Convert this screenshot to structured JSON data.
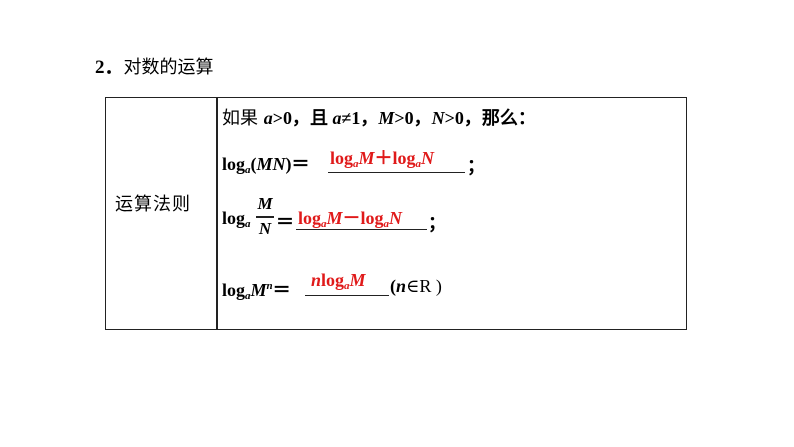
{
  "heading": {
    "number": "2．",
    "title": "对数的运算"
  },
  "table": {
    "row_label": "运算法则",
    "condition": {
      "prefix": "如果 ",
      "a1": "a",
      "gt0_1": ">0，且 ",
      "a2": "a",
      "ne1": "≠1，",
      "M": "M",
      "gt0_2": ">0，",
      "N": "N",
      "tail": ">0，那么："
    },
    "rule1": {
      "log": "log",
      "base": "a",
      "arg_open": "(",
      "arg": "MN",
      "arg_close": ")＝",
      "answer": {
        "log1": "log",
        "b1": "a",
        "m": "M",
        "op": "＋",
        "log2": "log",
        "b2": "a",
        "n": "N"
      },
      "end": "；"
    },
    "rule2": {
      "log": "log",
      "base": "a",
      "num": "M",
      "den": "N",
      "eq": "＝",
      "answer": {
        "log1": "log",
        "b1": "a",
        "m": "M",
        "op": "－",
        "log2": "log",
        "b2": "a",
        "n": "N"
      },
      "end": "；"
    },
    "rule3": {
      "log": "log",
      "base": "a",
      "m": "M",
      "exp": "n",
      "eq": "＝",
      "answer": {
        "n": "n",
        "log": "log",
        "b": "a",
        "m": "M"
      },
      "cond_open": "(",
      "cond_n": "n",
      "cond_rest": "∈R )"
    }
  }
}
